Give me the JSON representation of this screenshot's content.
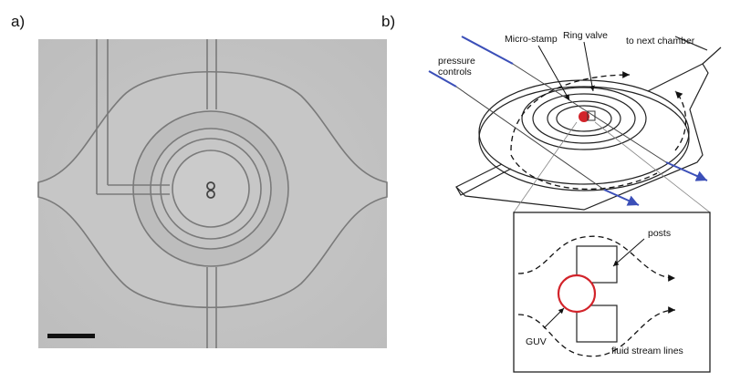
{
  "panel_a": {
    "label": "a)"
  },
  "panel_b": {
    "label": "b)",
    "labels": {
      "micro_stamp": "Micro-stamp",
      "ring_valve": "Ring valve",
      "next_chamber": "to next chamber",
      "pressure_line1": "pressure",
      "pressure_line2": "controls"
    },
    "inset": {
      "posts": "posts",
      "guv": "GUV",
      "stream_lines": "fluid stream lines"
    }
  },
  "colors": {
    "guv": "#d2232a",
    "pressure_line": "#3b4fb8"
  }
}
